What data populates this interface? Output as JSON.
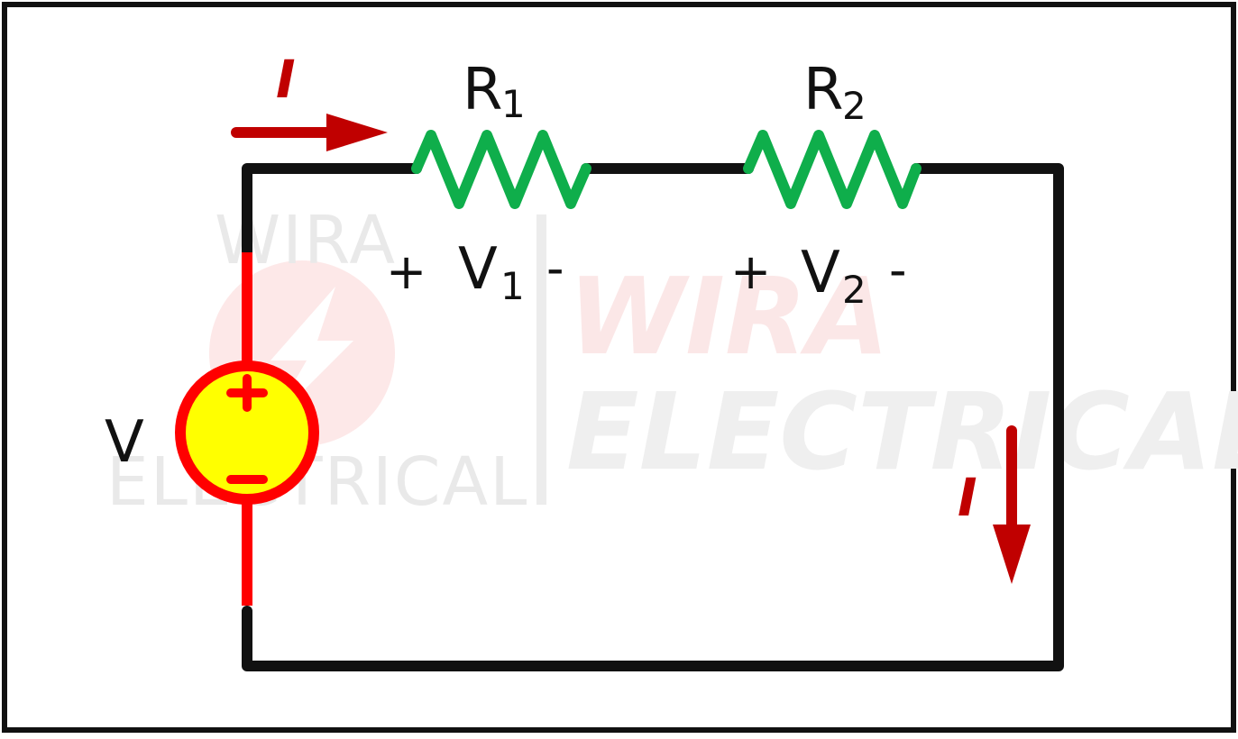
{
  "diagram": {
    "colors": {
      "wire": "#111111",
      "resistor": "#0fae4b",
      "source_lead": "#ff0000",
      "source_fill": "#ffff00",
      "current_arrow": "#c00000",
      "frame": "#111111"
    },
    "labels": {
      "current_top": "I",
      "current_right": "I",
      "r1_main": "R",
      "r1_sub": "1",
      "r2_main": "R",
      "r2_sub": "2",
      "v1_plus": "+",
      "v1_main": "V",
      "v1_sub": "1",
      "v1_minus": "-",
      "v2_plus": "+",
      "v2_main": "V",
      "v2_sub": "2",
      "v2_minus": "-",
      "source": "V"
    },
    "watermark": {
      "logo_top": "WIRA",
      "logo_bottom": "ELECTRICAL",
      "big_line1": "WIRA",
      "big_line2": "ELECTRICAL"
    },
    "icons": {
      "source": "dc-voltage-source-icon",
      "resistor": "resistor-zigzag-icon",
      "arrow": "current-arrow-icon",
      "logo": "lightning-bolt-icon"
    }
  }
}
